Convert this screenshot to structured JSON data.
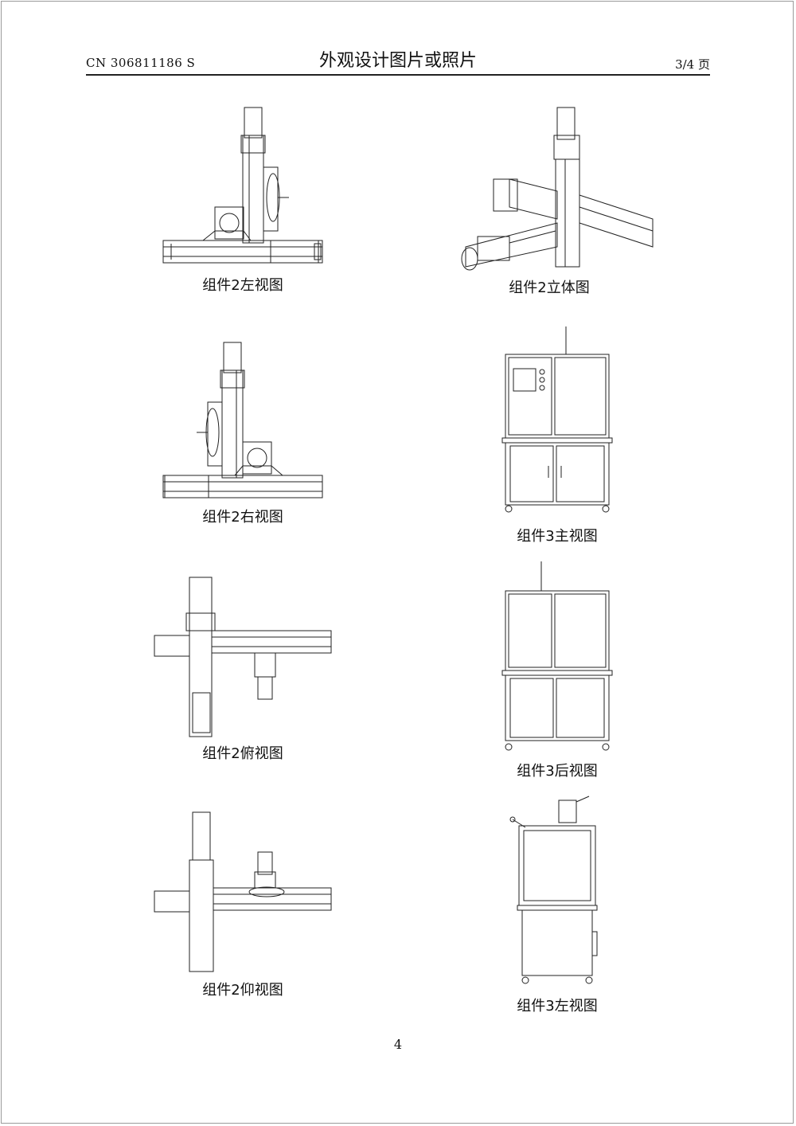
{
  "header": {
    "doc_number": "CN 306811186 S",
    "title": "外观设计图片或照片",
    "page_count": "3/4 页"
  },
  "figures": [
    {
      "caption": "组件2左视图"
    },
    {
      "caption": "组件2立体图"
    },
    {
      "caption": "组件2右视图"
    },
    {
      "caption": "组件3主视图"
    },
    {
      "caption": "组件2俯视图"
    },
    {
      "caption": "组件3后视图"
    },
    {
      "caption": "组件2仰视图"
    },
    {
      "caption": "组件3左视图"
    }
  ],
  "footer": {
    "page_number": "4"
  }
}
